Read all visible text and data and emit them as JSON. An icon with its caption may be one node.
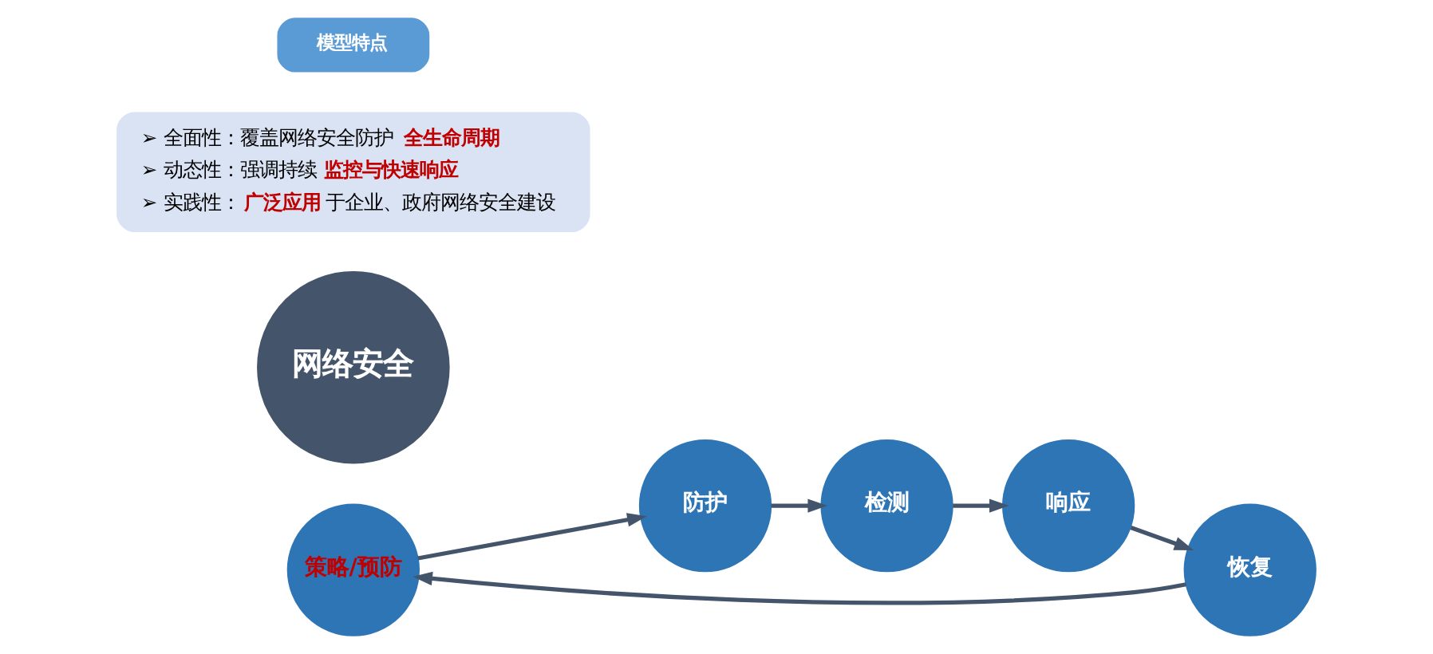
{
  "diagram": {
    "nodes": [
      {
        "text": [
          "策略/预防"
        ]
      },
      {
        "text": [
          "防护"
        ]
      },
      {
        "text": [
          "检测"
        ]
      },
      {
        "text": [
          "响应"
        ]
      },
      {
        "text": [
          "恢复"
        ]
      },
      {
        "text": [
          "网络安全"
        ]
      },
      {
        "text": [
          "模型特点"
        ]
      },
      {
        "text": [
          "➢ 全面性：覆盖网络安全防护**全生命周期**",
          "➢ 动态性：强调持续**监控与快速响应**",
          "➢ 实践性：**广泛应用**于企业、政府网络安全建设"
        ]
      }
    ],
    "edges": [
      {
        "from": 0,
        "to": 1,
        "arrow": "to"
      },
      {
        "from": 1,
        "to": 2,
        "arrow": "to"
      },
      {
        "from": 2,
        "to": 3,
        "arrow": "to"
      },
      {
        "from": 3,
        "to": 4,
        "arrow": "to"
      },
      {
        "from": 4,
        "to": 0,
        "arrow": "to"
      }
    ]
  }
}
